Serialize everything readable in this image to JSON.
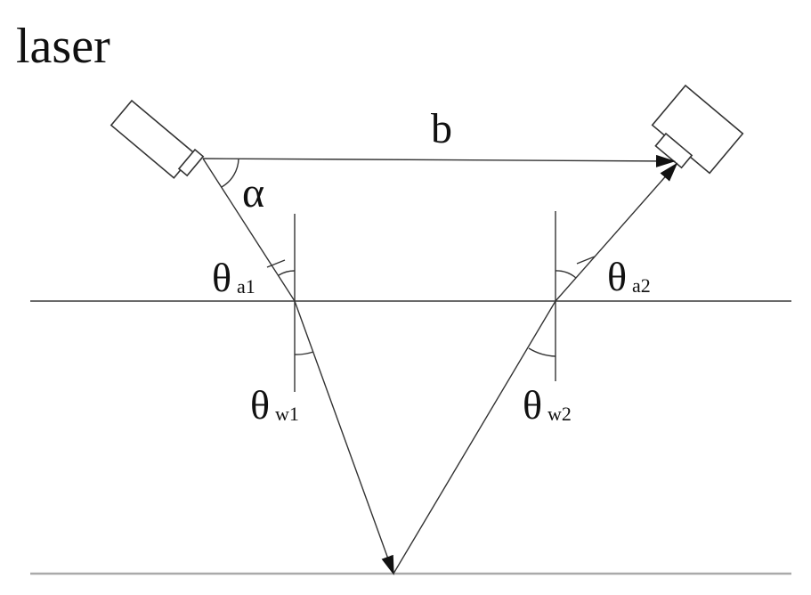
{
  "labels": {
    "laser": "laser",
    "b": "b",
    "alpha": "α",
    "theta": "θ",
    "sub_a1": "a1",
    "sub_a2": "a2",
    "sub_w1": "w1",
    "sub_w2": "w2"
  },
  "colors": {
    "stroke": "#333333",
    "background": "#ffffff"
  }
}
